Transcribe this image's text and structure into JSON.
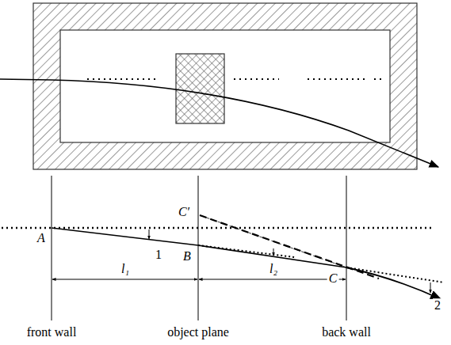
{
  "diagram": {
    "labels": [
      "A",
      "1",
      "B",
      "C′",
      "C",
      "2",
      "l₁",
      "l₂",
      "front wall",
      "object plane",
      "back wall"
    ]
  }
}
